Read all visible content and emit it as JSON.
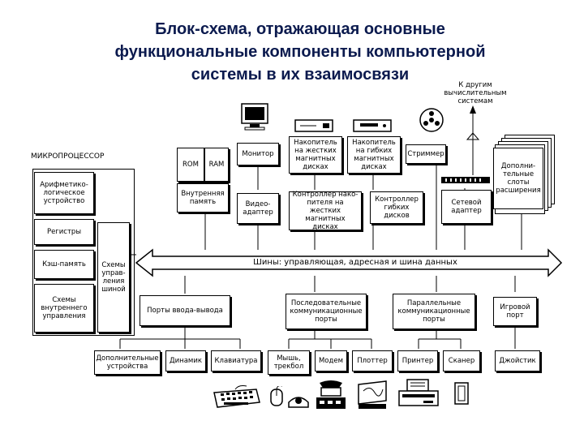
{
  "title": {
    "line1": "Блок-схема, отражающая основные",
    "line2": "функциональные компоненты компьютерной",
    "line3": "системы в их взаимосвязи"
  },
  "external": "К другим\nвычислительным\nсистемам",
  "cpu": {
    "label": "МИКРОПРОЦЕССОР",
    "alu": "Арифметико-\nлогическое\nустройство",
    "registers": "Регистры",
    "cache": "Кэш-память",
    "internal_control": "Схемы\nвнутреннего\nуправления",
    "bus_control": "Схемы\nуправ-\nления\nшиной"
  },
  "memory": {
    "rom": "ROM",
    "ram": "RAM",
    "internal": "Внутренняя\nпамять"
  },
  "peripherals_top": {
    "monitor": "Монитор",
    "hdd": "Накопитель\nна жестких\nмагнитных\nдисках",
    "fdd": "Накопитель\nна гибких\nмагнитных\nдисках",
    "streamer": "Стриммер",
    "extra_slots": "Дополни-\nтельные\nслоты\nрасширения"
  },
  "adapters": {
    "video": "Видео-\nадаптер",
    "hdd_ctrl": "Контроллер нако-\nпителя на жестких\nмагнитных\nдисках",
    "fdd_ctrl": "Контроллер\nгибких\nдисков",
    "net": "Сетевой\nадаптер"
  },
  "bus": "Шины: управляющая, адресная и шина данных",
  "ports": {
    "io": "Порты ввода-вывода",
    "serial": "Последовательные\nкоммуникационные\nпорты",
    "parallel": "Параллельные\nкоммуникационные\nпорты",
    "game": "Игровой\nпорт"
  },
  "devices": {
    "extra": "Дополнительные\nустройства",
    "speaker": "Динамик",
    "keyboard": "Клавиатура",
    "mouse": "Мышь,\nтрекбол",
    "modem": "Модем",
    "plotter": "Плоттер",
    "printer": "Принтер",
    "scanner": "Сканер",
    "joystick": "Джойстик"
  }
}
